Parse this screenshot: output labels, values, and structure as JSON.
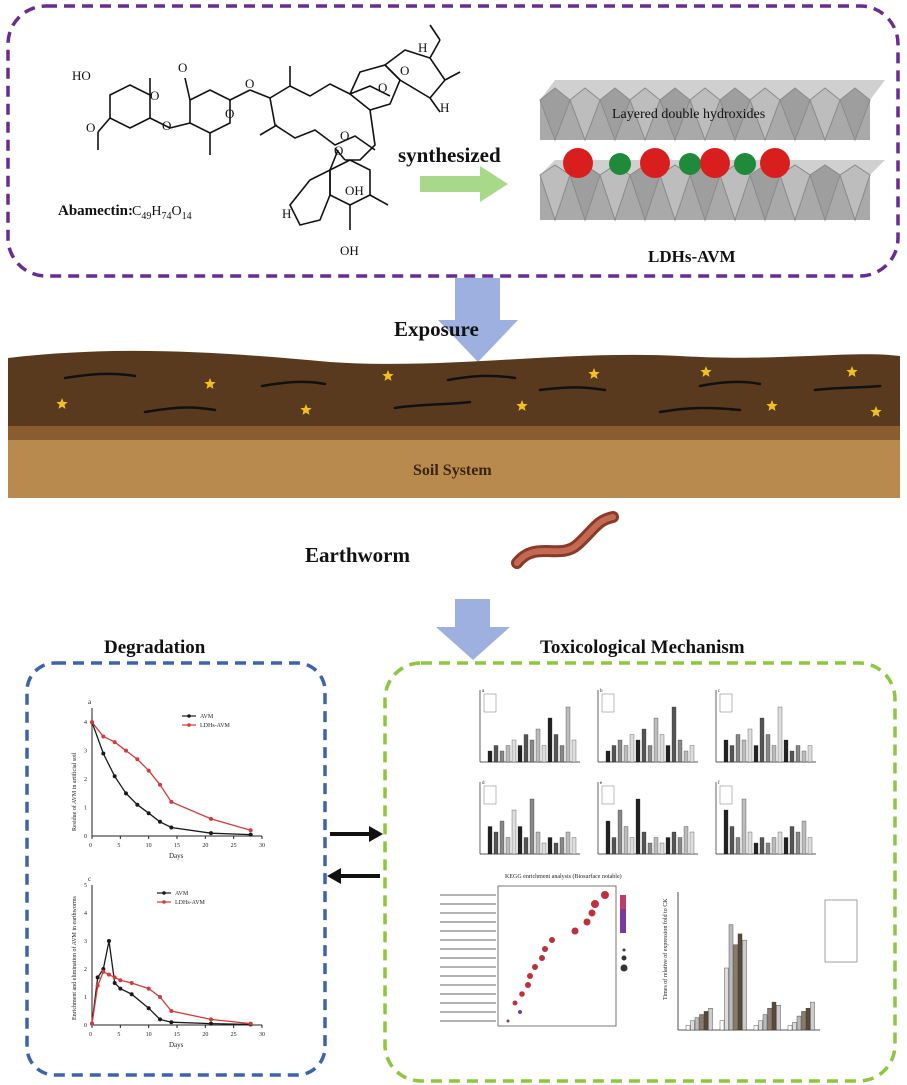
{
  "colors": {
    "top_frame": "#6a2c8e",
    "degradation_frame": "#3d63ad",
    "toxic_frame": "#8dc63f",
    "flow_arrow": "#9db0df",
    "soil_top": "#5a3a1e",
    "soil_bottom": "#b98a4e",
    "ldh_plate": "#b7b7b7",
    "ball_red": "#d91e1e",
    "ball_green": "#1e8a3a",
    "series_avm": "#1a1a1a",
    "series_ldhs_avm": "#d43a3a"
  },
  "synthesis": {
    "compound_label": "Abamectin:",
    "formula_parts": [
      "C",
      "49",
      "H",
      "74",
      "O",
      "14"
    ],
    "arrow_label": "synthesized",
    "ldh_label": "Layered double hydroxides",
    "product_label": "LDHs-AVM",
    "structure_atoms": [
      "HO",
      "O",
      "O",
      "O",
      "O",
      "O",
      "O",
      "O",
      "O",
      "O",
      "O",
      "H",
      "H",
      "OH",
      "OH",
      "H"
    ]
  },
  "exposure_label": "Exposure",
  "soil_label": "Soil System",
  "earthworm_label": "Earthworm",
  "degradation": {
    "title": "Degradation",
    "top_panel": {
      "letter": "a",
      "x_label": "Days",
      "y_label": "Residue of AVM in artificial soil"
    },
    "bottom_panel": {
      "letter": "c",
      "x_label": "Days",
      "y_label": "Enrichment and elimination of AVM in earthworms"
    }
  },
  "toxicology": {
    "title": "Toxicological Mechanism",
    "bar_panel_letters": [
      "a",
      "b",
      "c",
      "d",
      "e",
      "f"
    ],
    "kegg_title": "KEGG enrichment analysis (Biosurface notable)",
    "qpcr_y_label": "Times of relative of expression fold to CK"
  },
  "chart_data": [
    {
      "type": "line",
      "x": [
        0,
        2,
        4,
        6,
        8,
        10,
        12,
        14,
        21,
        28
      ],
      "series": [
        {
          "name": "AVM",
          "values": [
            4.0,
            2.9,
            2.1,
            1.5,
            1.1,
            0.8,
            0.5,
            0.3,
            0.1,
            0.05
          ]
        },
        {
          "name": "LDHs-AVM",
          "values": [
            4.0,
            3.5,
            3.3,
            3.0,
            2.7,
            2.3,
            1.8,
            1.2,
            0.6,
            0.2
          ]
        }
      ],
      "xlabel": "Days",
      "ylabel": "Residue of AVM in artificial soil",
      "xlim": [
        0,
        30
      ],
      "ylim": [
        0,
        4.5
      ],
      "x_ticks": [
        "0",
        "5",
        "10",
        "15",
        "20",
        "25",
        "30"
      ],
      "y_ticks": [
        "0",
        "1",
        "2",
        "3",
        "4"
      ],
      "legend": "top-right",
      "grid": false
    },
    {
      "type": "line",
      "x": [
        0,
        1,
        2,
        3,
        4,
        5,
        7,
        10,
        12,
        14,
        21,
        28
      ],
      "series": [
        {
          "name": "AVM",
          "values": [
            0.05,
            1.7,
            2.0,
            3.0,
            1.5,
            1.3,
            1.1,
            0.6,
            0.2,
            0.1,
            0.05,
            0.02
          ]
        },
        {
          "name": "LDHs-AVM",
          "values": [
            0.05,
            1.4,
            1.9,
            1.8,
            1.7,
            1.6,
            1.5,
            1.3,
            1.0,
            0.5,
            0.2,
            0.05
          ]
        }
      ],
      "xlabel": "Days",
      "ylabel": "Enrichment and elimination of AVM in earthworms",
      "xlim": [
        0,
        30
      ],
      "ylim": [
        0,
        5
      ],
      "x_ticks": [
        "0",
        "5",
        "10",
        "15",
        "20",
        "25",
        "30"
      ],
      "y_ticks": [
        "0",
        "1",
        "2",
        "3",
        "4",
        "5"
      ],
      "legend": "top-center",
      "grid": false
    }
  ]
}
